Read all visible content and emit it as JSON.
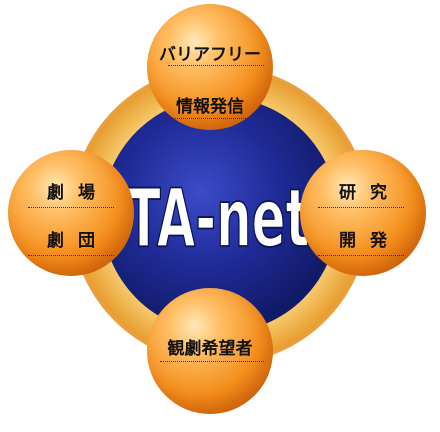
{
  "center": {
    "title": "TA-net"
  },
  "nodes": {
    "top": {
      "line1": "バリアフリー",
      "line2": "情報発信"
    },
    "left": {
      "line1": "劇場",
      "line2": "劇団"
    },
    "right": {
      "line1": "研究",
      "line2": "開発"
    },
    "bottom": {
      "line1": "観劇希望者"
    }
  },
  "colors": {
    "center_blue": "#1f2a96",
    "ring_gold": "#f6cd70",
    "node_orange": "#f48e1c",
    "title_white": "#ffffff"
  }
}
